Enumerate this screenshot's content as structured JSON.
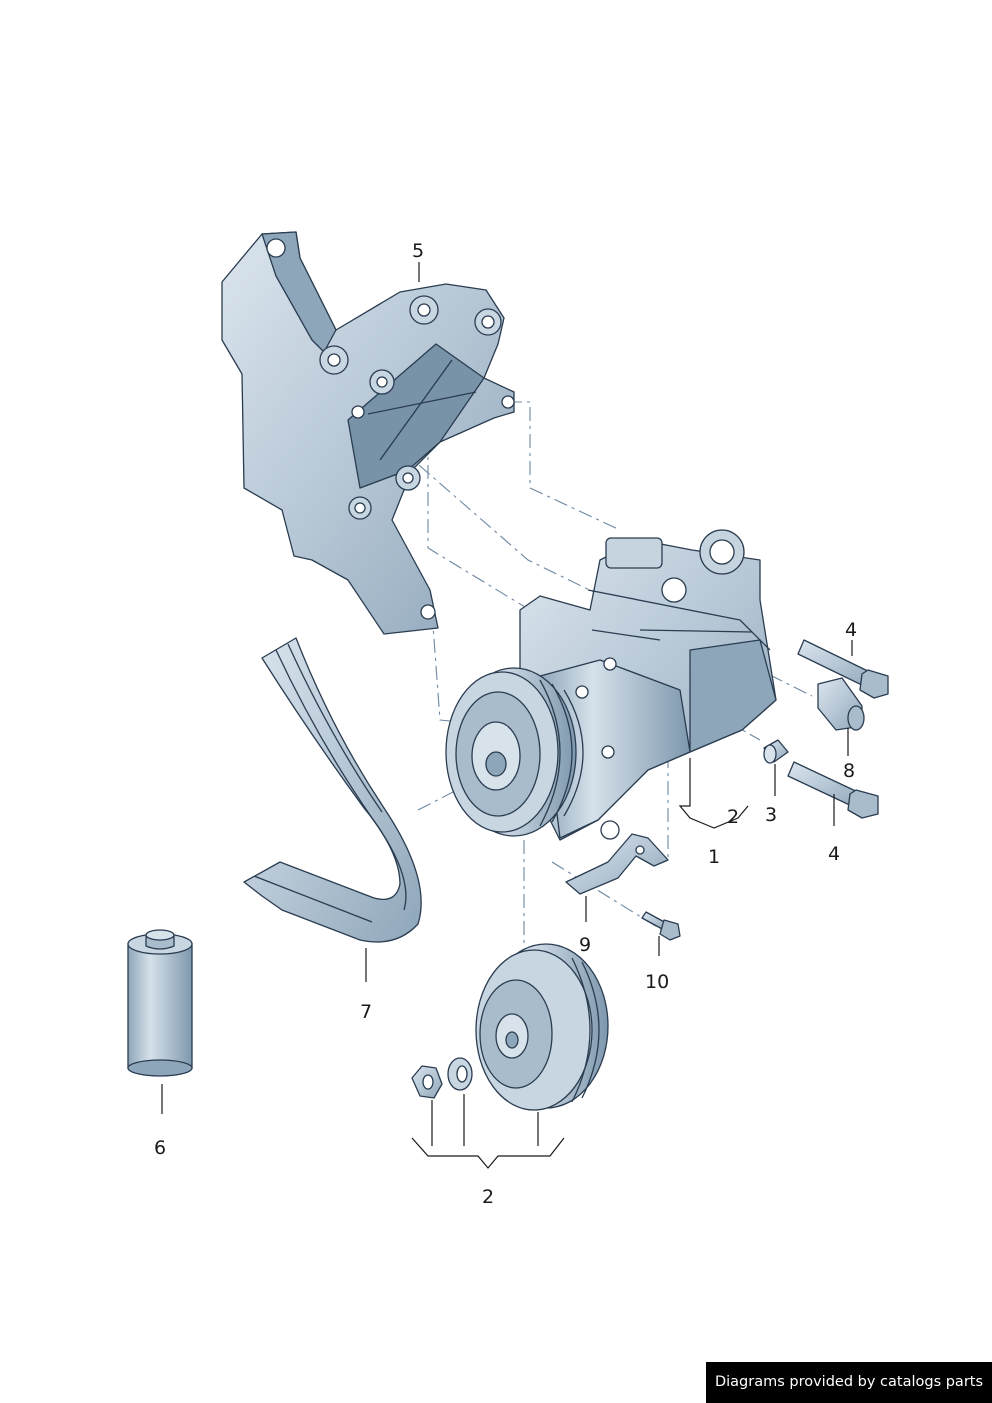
{
  "callouts": {
    "c1": "1",
    "c2a": "2",
    "c2b": "2",
    "c3": "3",
    "c4a": "4",
    "c4b": "4",
    "c5": "5",
    "c6": "6",
    "c7": "7",
    "c8": "8",
    "c9": "9",
    "c10": "10"
  },
  "footer": {
    "credit": "Diagrams provided by catalogs parts"
  },
  "colors": {
    "part_fill": "#b8c8d6",
    "part_shade": "#8ea6ba",
    "part_light": "#dbe5ee",
    "ink": "#2a3c50"
  }
}
